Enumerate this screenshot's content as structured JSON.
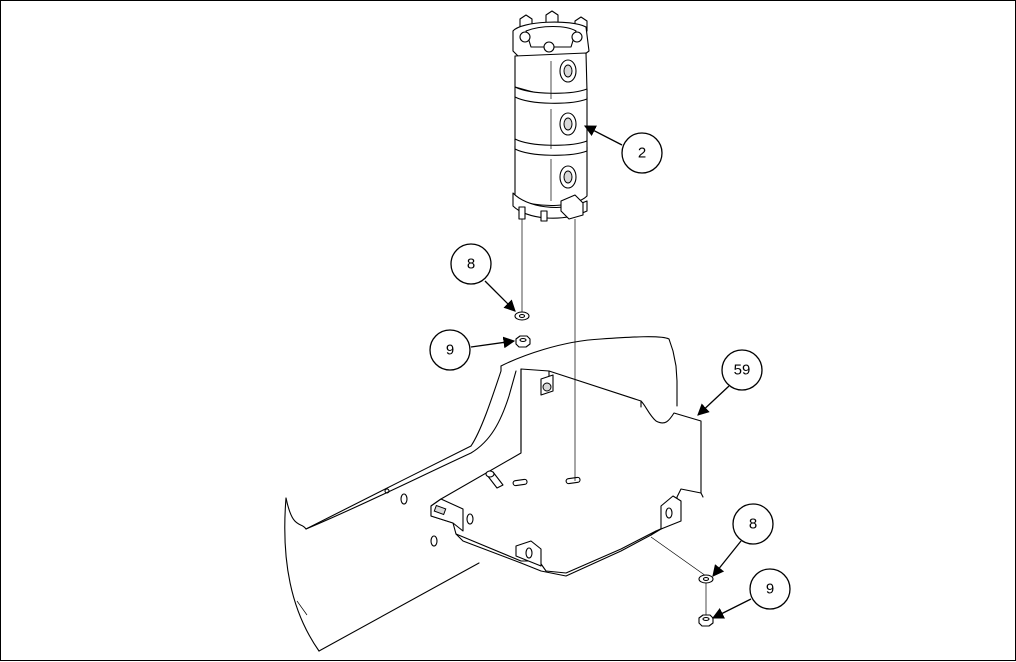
{
  "diagram": {
    "callouts": [
      {
        "id": "c-2",
        "label": "2"
      },
      {
        "id": "c-8a",
        "label": "8"
      },
      {
        "id": "c-9a",
        "label": "9"
      },
      {
        "id": "c-59",
        "label": "59"
      },
      {
        "id": "c-8b",
        "label": "8"
      },
      {
        "id": "c-9b",
        "label": "9"
      }
    ]
  }
}
